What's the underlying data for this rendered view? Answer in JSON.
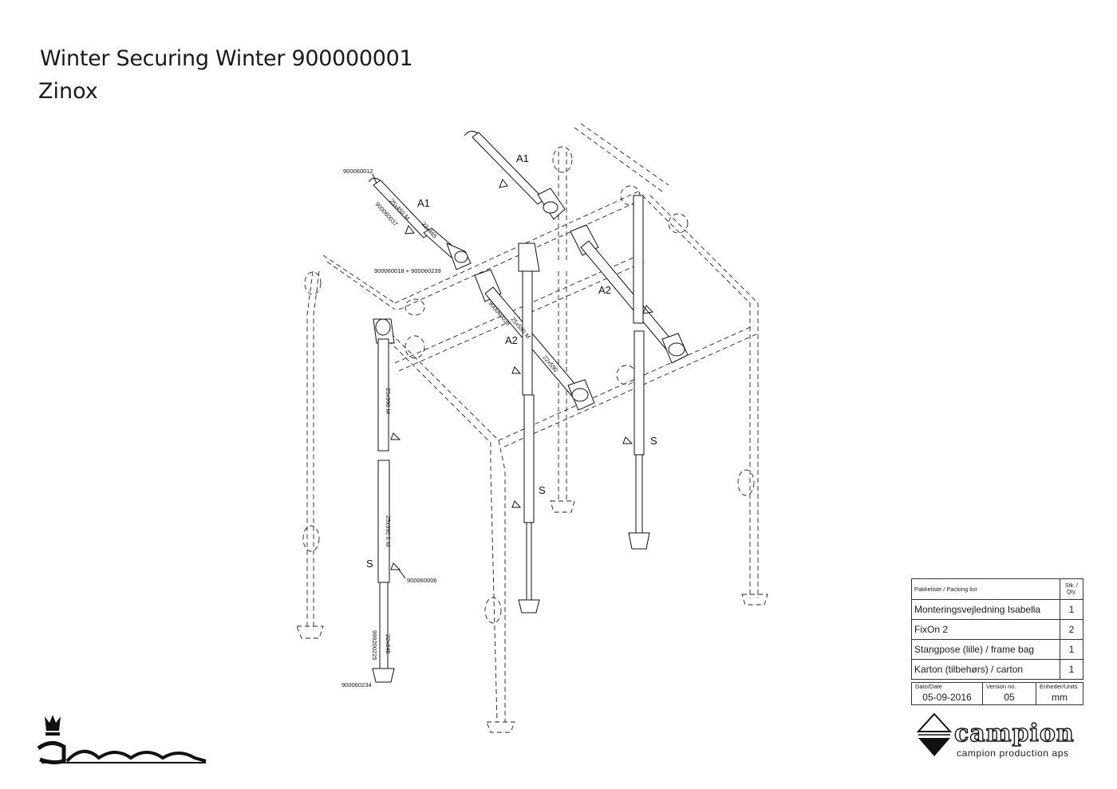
{
  "header": {
    "title": "Winter Securing Winter 900000001",
    "subtitle": "Zinox"
  },
  "part_labels": {
    "a1_left": "A1",
    "a1_right": "A1",
    "a2_left": "A2",
    "a2_right": "A2",
    "s_front_left": "S",
    "s_middle": "S",
    "s_right": "S"
  },
  "part_numbers": {
    "p900060012": "900060012",
    "p900060037": "900060037",
    "p900060018_239": "900060018 + 900060239",
    "p900060038": "900060038",
    "p900060006": "900060006",
    "p900060234": "900060234",
    "p999200225": "999200225"
  },
  "dimensions": {
    "d25x450m": "25x450 M",
    "d22x465": "22x465",
    "d25x590m": "25x590 M",
    "d22x590": "22x590",
    "d25x990m": "25x990 M",
    "d25x990ftm": "25x990 ft M",
    "d22x845": "22x845"
  },
  "packing_list": {
    "header_item": "Pakkeliste / Packing list",
    "header_qty": "Stk. / Qty.",
    "rows": [
      {
        "item": "Monteringsvejledning Isabella",
        "qty": "1"
      },
      {
        "item": "FixOn 2",
        "qty": "2"
      },
      {
        "item": "Stangpose (lille) / frame bag",
        "qty": "1"
      },
      {
        "item": "Karton (tilbehørs) / carton",
        "qty": "1"
      }
    ]
  },
  "document_meta": {
    "date_label": "Dato/Date",
    "date_value": "05-09-2016",
    "version_label": "Version no.",
    "version_value": "05",
    "units_label": "Enheder/Units",
    "units_value": "mm"
  },
  "brand": {
    "isabella_logo": "Isabella",
    "campion_logo": "campion",
    "campion_sub": "campion production aps"
  }
}
